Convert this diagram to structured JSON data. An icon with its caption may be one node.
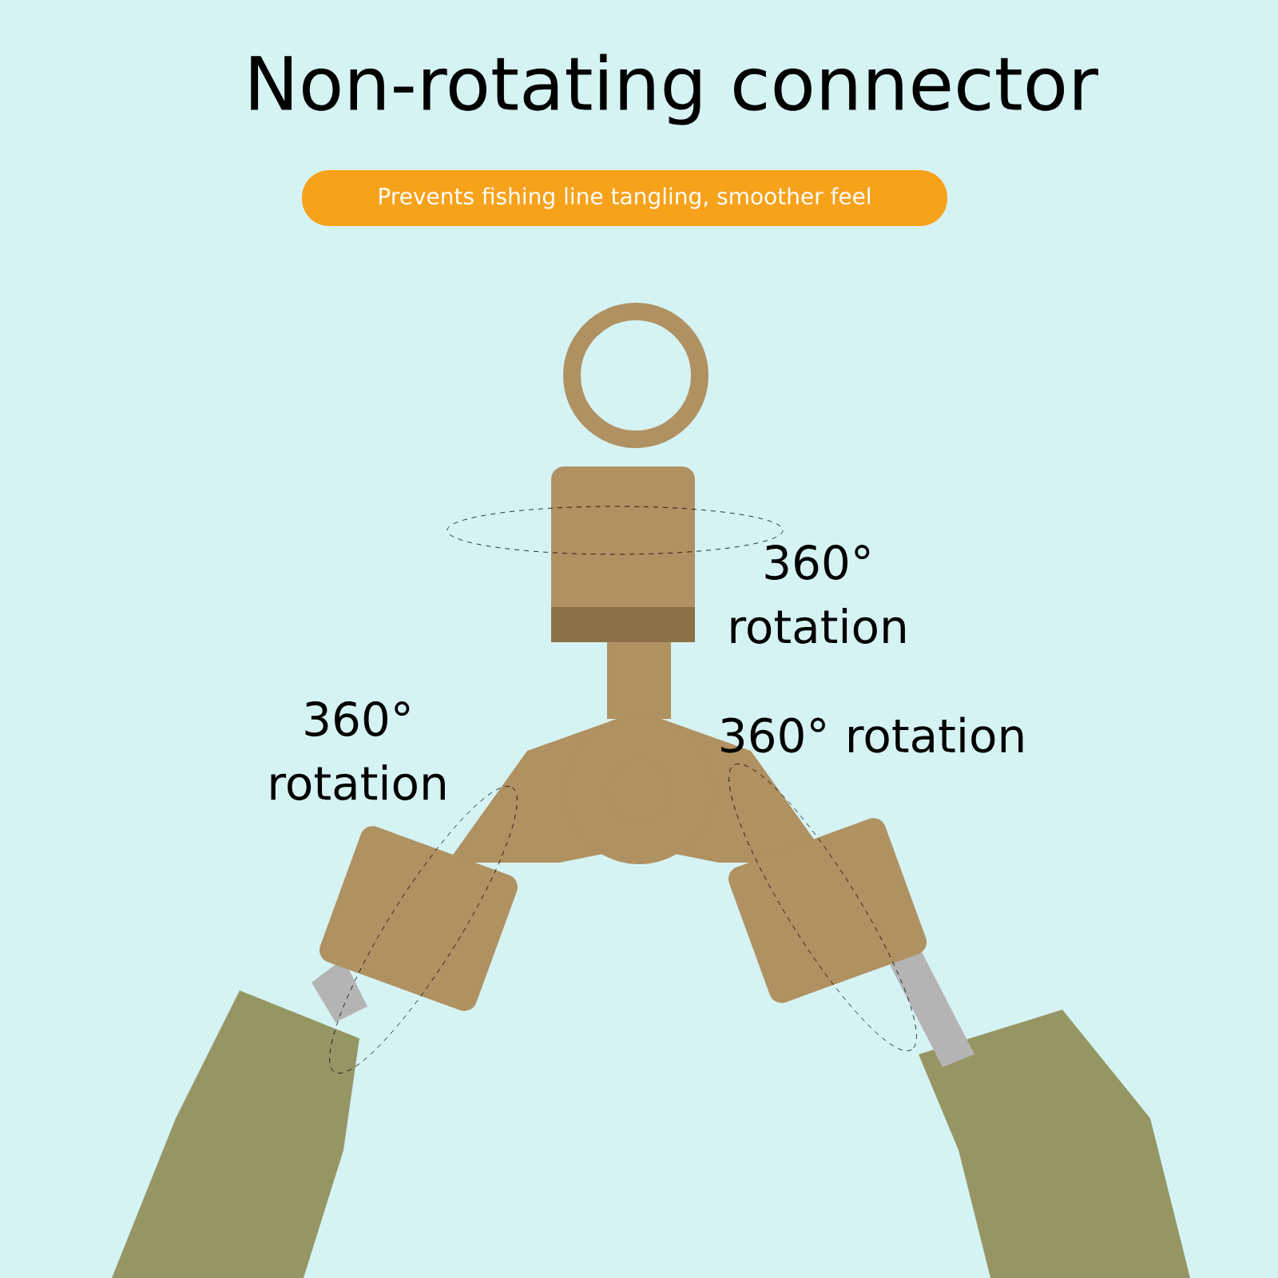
{
  "diagram": {
    "title": "Non-rotating connector",
    "nodes": [
      {
        "text": [
          "Prevents fishing line tangling, smoother feel"
        ]
      }
    ],
    "labels": [
      "360° rotation",
      "360° rotation",
      "360° rotation"
    ]
  }
}
